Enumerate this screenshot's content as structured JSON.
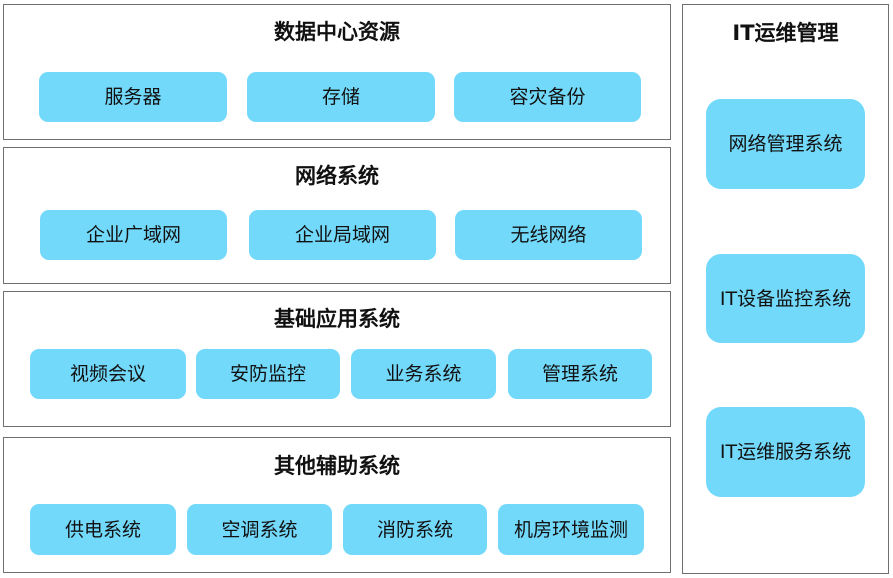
{
  "sections": [
    {
      "title": "数据中心资源",
      "items": [
        "服务器",
        "存储",
        "容灾备份"
      ]
    },
    {
      "title": "网络系统",
      "items": [
        "企业广域网",
        "企业局域网",
        "无线网络"
      ]
    },
    {
      "title": "基础应用系统",
      "items": [
        "视频会议",
        "安防监控",
        "业务系统",
        "管理系统"
      ]
    },
    {
      "title": "其他辅助系统",
      "items": [
        "供电系统",
        "空调系统",
        "消防系统",
        "机房环境监测"
      ]
    }
  ],
  "it_ops": {
    "title": "IT运维管理",
    "items": [
      "网络管理系统",
      "IT设备监控系统",
      "IT运维服务系统"
    ]
  },
  "colors": {
    "pill_fill": "#73d9fb",
    "border": "#6f6f6f"
  }
}
